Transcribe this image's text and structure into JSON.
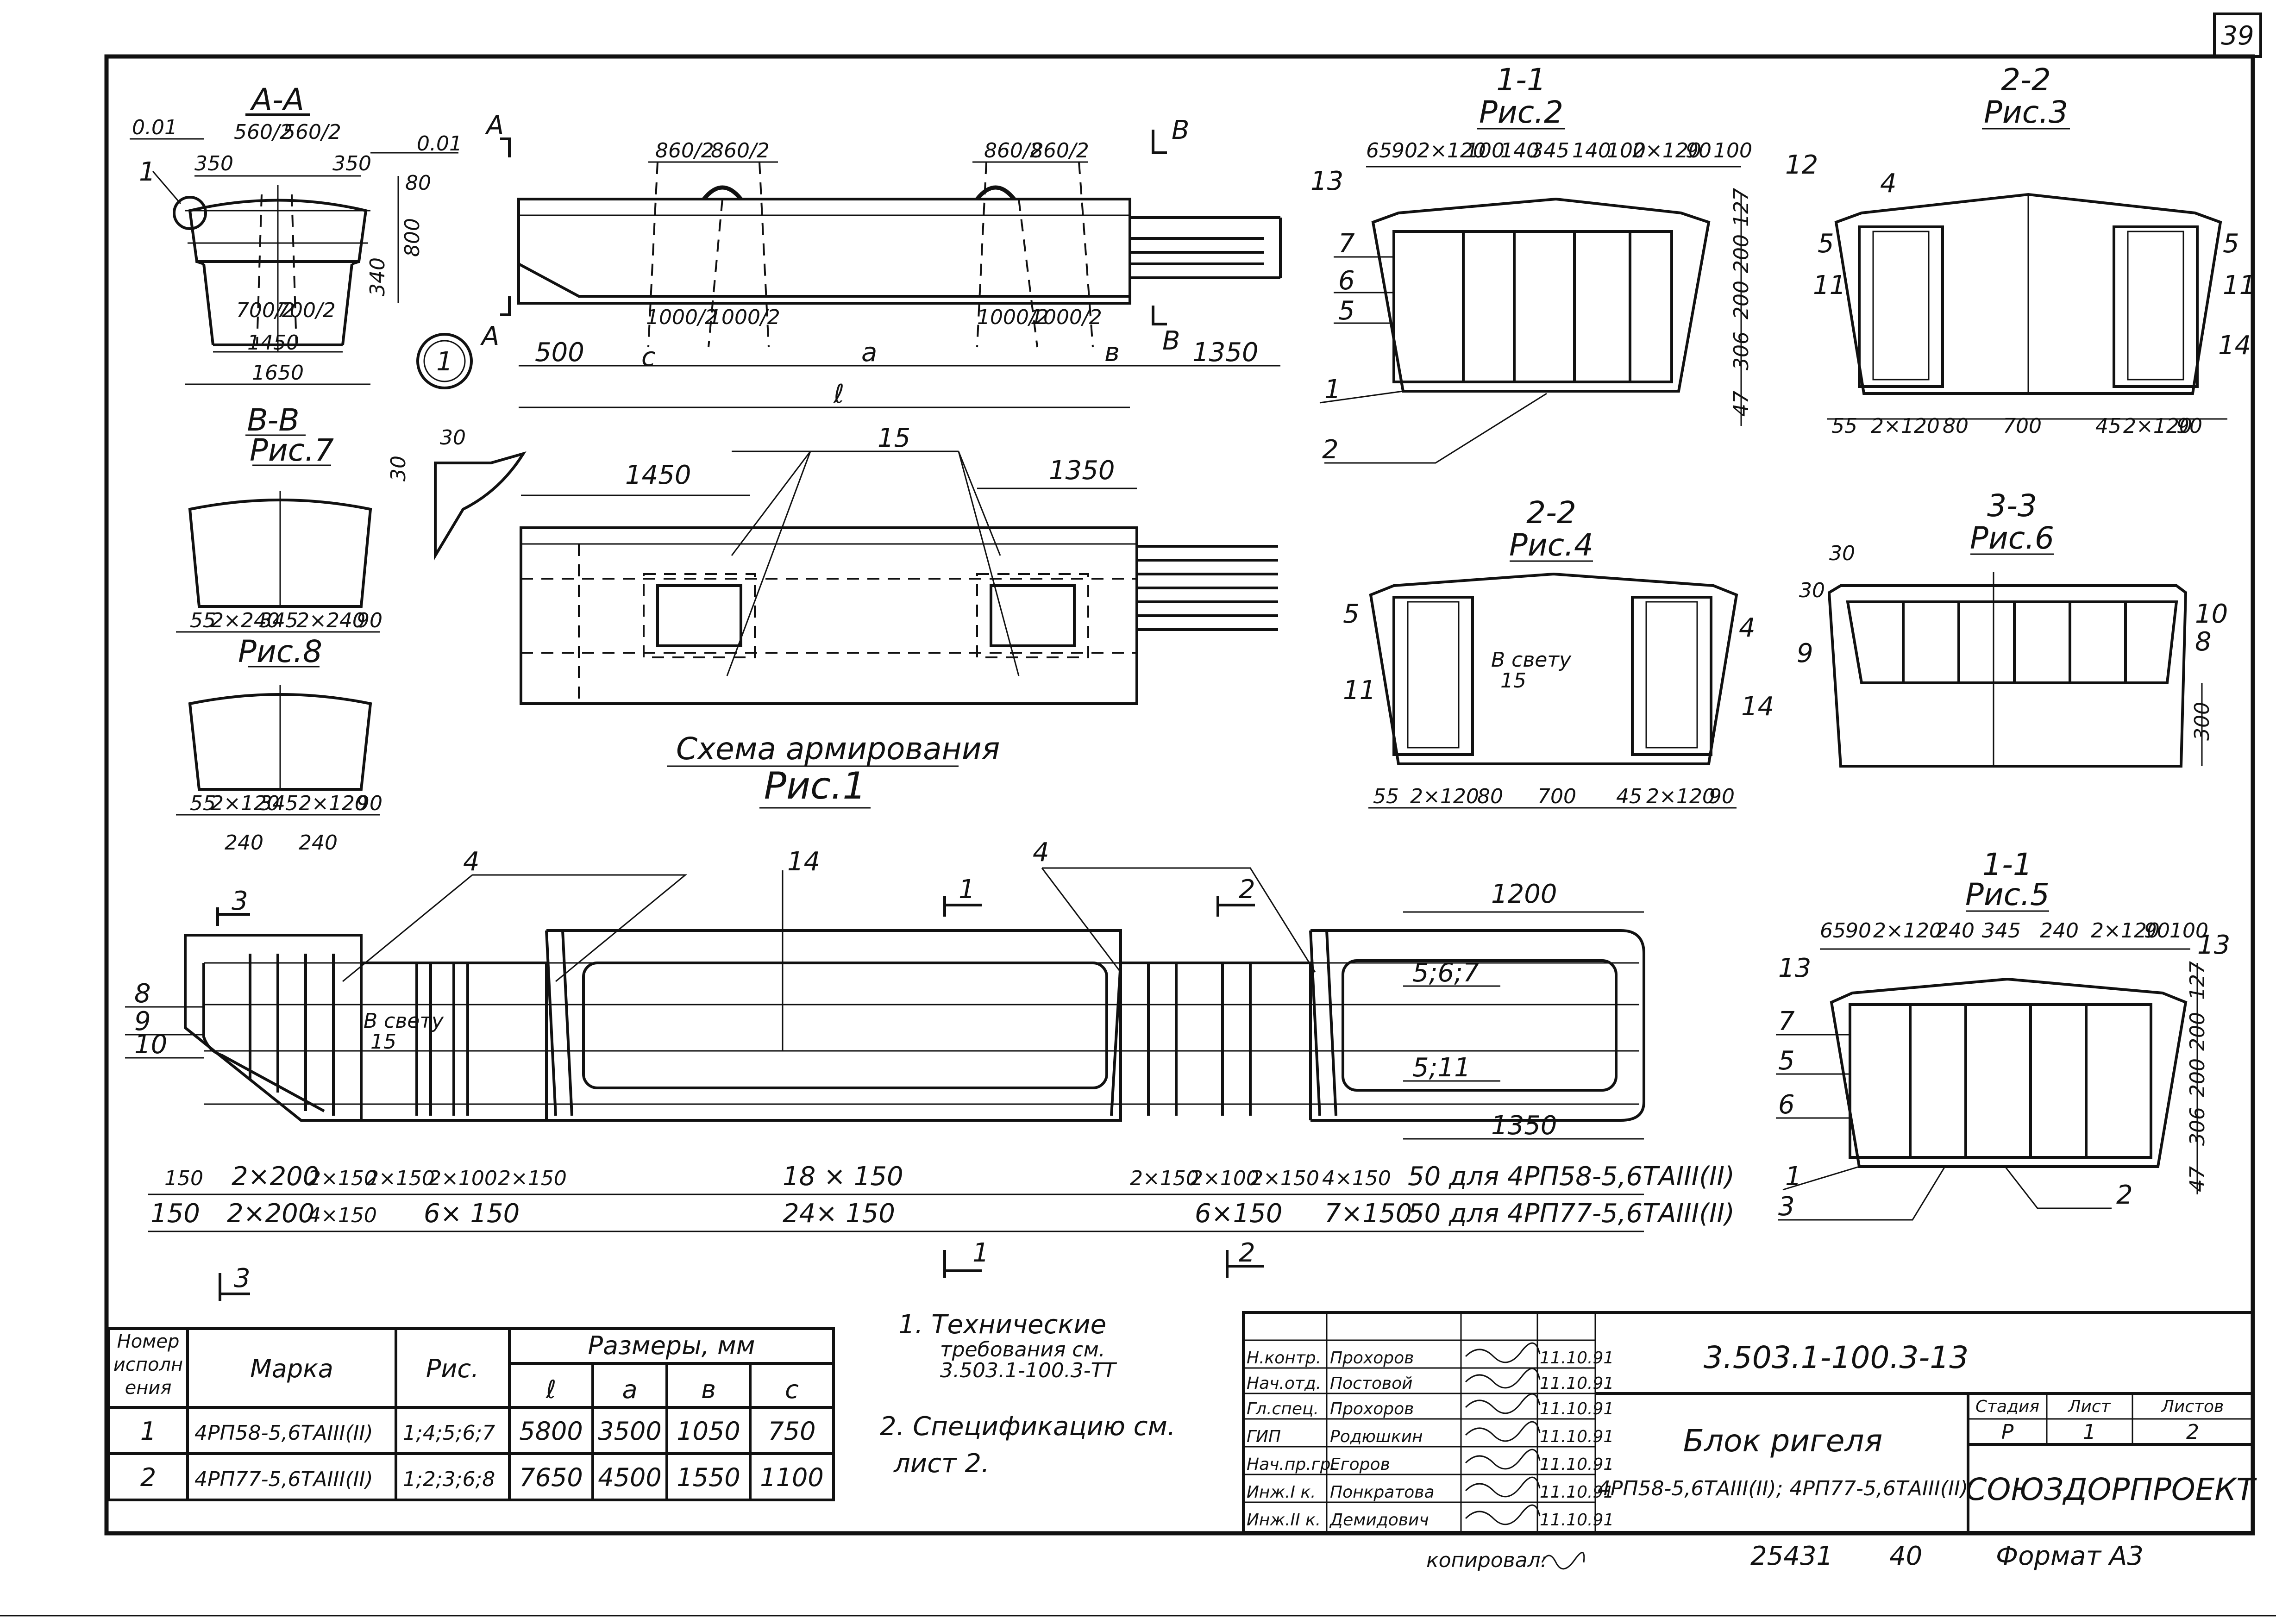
{
  "sheet_number": "39",
  "sections": {
    "aa": "A-A",
    "bb": "B-B",
    "bb_fig": "Рис.7",
    "fig8": "Рис.8",
    "s11_top": "1-1",
    "s11_top_fig": "Рис.2",
    "s22_top": "2-2",
    "s22_top_fig": "Рис.3",
    "s22_mid": "2-2",
    "s22_mid_fig": "Рис.4",
    "s33": "3-3",
    "s33_fig": "Рис.6",
    "s11_bot": "1-1",
    "s11_bot_fig": "Рис.5",
    "scheme_title": "Схема армирования",
    "scheme_fig": "Рис.1",
    "mark_a": "A",
    "mark_b": "B",
    "mark_1": "1",
    "mark_2": "2",
    "mark_3": "3",
    "circle_num": "1"
  },
  "dims_aa": {
    "d001l": "0.01",
    "d001r": "0.01",
    "d350l": "350",
    "d350r": "350",
    "d560a": "560/2",
    "d560b": "560/2",
    "d80": "80",
    "d800": "800",
    "d340": "340",
    "d700a": "700/2",
    "d700b": "700/2",
    "d1450": "1450",
    "d1650": "1650",
    "p1": "1"
  },
  "dims_elev": {
    "d860a": "860/2",
    "d860b": "860/2",
    "d860c": "860/2",
    "d860d": "860/2",
    "d1000a": "1000/2",
    "d1000b": "1000/2",
    "d1000c": "1000/2",
    "d1000d": "1000/2",
    "d500": "500",
    "c": "c",
    "a": "a",
    "b": "в",
    "l": "ℓ",
    "d1350": "1350"
  },
  "dims_plan": {
    "d1450": "1450",
    "d1350": "1350",
    "p15": "15",
    "d30a": "30",
    "d30b": "30"
  },
  "dims_bb": {
    "row1": [
      "55",
      "2×240",
      "345",
      "2×240",
      "90"
    ],
    "row2": [
      "55",
      "2×120",
      "345",
      "2×120",
      "90"
    ],
    "row3": [
      "240",
      "240"
    ]
  },
  "dims_s11": {
    "top": [
      "65",
      "90",
      "2×120",
      "100",
      "140",
      "345",
      "140",
      "100",
      "2×120",
      "90",
      "100"
    ],
    "right": [
      "127",
      "200",
      "200",
      "306",
      "47"
    ],
    "pos": [
      "13",
      "7",
      "6",
      "5",
      "1",
      "2",
      "12"
    ]
  },
  "dims_s22_top": {
    "bottom": [
      "55",
      "2×120",
      "80",
      "700",
      "45",
      "2×120",
      "90"
    ],
    "pos": [
      "4",
      "5",
      "11",
      "5",
      "11",
      "14"
    ]
  },
  "dims_s22_mid": {
    "bottom": [
      "55",
      "2×120",
      "80",
      "700",
      "45",
      "2×120",
      "90"
    ],
    "pos": [
      "5",
      "11",
      "4",
      "14"
    ],
    "note": "В свету",
    "note15": "15"
  },
  "dims_s33": {
    "pos": [
      "30",
      "30",
      "9",
      "10",
      "8"
    ],
    "d300": "300"
  },
  "dims_s11b": {
    "top": [
      "65",
      "90",
      "2×120",
      "240",
      "345",
      "240",
      "2×120",
      "90",
      "100"
    ],
    "right": [
      "127",
      "200",
      "200",
      "306",
      "47"
    ],
    "pos": [
      "13",
      "13",
      "7",
      "5",
      "6",
      "1",
      "3",
      "2"
    ]
  },
  "dims_long": {
    "pos": [
      "4",
      "14",
      "4",
      "8",
      "9",
      "10",
      "5;6;7",
      "5;11"
    ],
    "note": "В свету",
    "note15": "15",
    "d1200": "1200",
    "d1350": "1350",
    "row1": [
      "150",
      "2×200",
      "2×150",
      "2×150",
      "2×100",
      "2×150",
      "18 × 150",
      "2×150",
      "2×100",
      "2×150",
      "4×150"
    ],
    "row1_note": "50 для 4РП58-5,6ТАIII(II)",
    "row2": [
      "150",
      "2×200",
      "4×150",
      "6× 150",
      "24× 150",
      "6×150",
      "7×150"
    ],
    "row2_note": "50 для 4РП77-5,6ТАIII(II)"
  },
  "table": {
    "h_num": "Номер исполнения",
    "h_mark": "Марка",
    "h_fig": "Рис.",
    "h_dims": "Размеры, мм",
    "h_cols": [
      "ℓ",
      "a",
      "в",
      "c"
    ],
    "rows": [
      {
        "num": "1",
        "mark": "4РП58-5,6ТАIII(II)",
        "fig": "1;4;5;6;7",
        "l": "5800",
        "a": "3500",
        "b": "1050",
        "c": "750"
      },
      {
        "num": "2",
        "mark": "4РП77-5,6ТАIII(II)",
        "fig": "1;2;3;6;8",
        "l": "7650",
        "a": "4500",
        "b": "1550",
        "c": "1100"
      }
    ]
  },
  "notes": {
    "n1a": "1. Технические",
    "n1b": "требования см.",
    "n1c": "3.503.1-100.3-ТТ",
    "n2a": "2. Спецификацию см.",
    "n2b": "лист 2."
  },
  "stamp": {
    "roles": [
      "Н.контр.",
      "Нач.отд.",
      "Гл.спец.",
      "ГИП",
      "Нач.пр.гр.",
      "Инж.I к.",
      "Инж.II к."
    ],
    "names": [
      "Прохоров",
      "Постовой",
      "Прохоров",
      "Родюшкин",
      "Егоров",
      "Понкратова",
      "Демидович"
    ],
    "dates": [
      "11.10.91",
      "11.10.91",
      "11.10.91",
      "11.10.91",
      "11.10.91",
      "11.10.91",
      "11.10.91"
    ],
    "code": "3.503.1-100.3-13",
    "title1": "Блок ригеля",
    "title2": "4РП58-5,6ТАIII(II); 4РП77-5,6ТАIII(II)",
    "h_stage": "Стадия",
    "h_sheet": "Лист",
    "h_sheets": "Листов",
    "stage": "Р",
    "sheet": "1",
    "sheets": "2",
    "org": "СОЮЗДОРПРОЕКТ"
  },
  "footer": {
    "copied": "копировал:",
    "num1": "25431",
    "num2": "40",
    "format": "Формат А3"
  }
}
